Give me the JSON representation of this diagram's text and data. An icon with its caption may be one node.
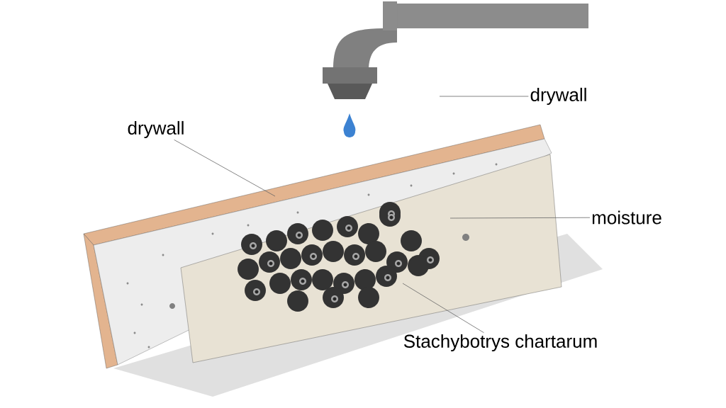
{
  "diagram": {
    "nodes": [
      {
        "text": [
          "drywall"
        ]
      },
      {
        "text": [
          "drywall"
        ]
      },
      {
        "text": [
          "moisture"
        ]
      },
      {
        "text": [
          "Stachybotrys chartarum"
        ]
      }
    ],
    "edges": [
      {
        "from": 0,
        "to": null,
        "arrow": "none"
      },
      {
        "from": 1,
        "to": null,
        "arrow": "none"
      },
      {
        "from": 2,
        "to": null,
        "arrow": "none"
      },
      {
        "from": 3,
        "to": null,
        "arrow": "none"
      }
    ]
  }
}
